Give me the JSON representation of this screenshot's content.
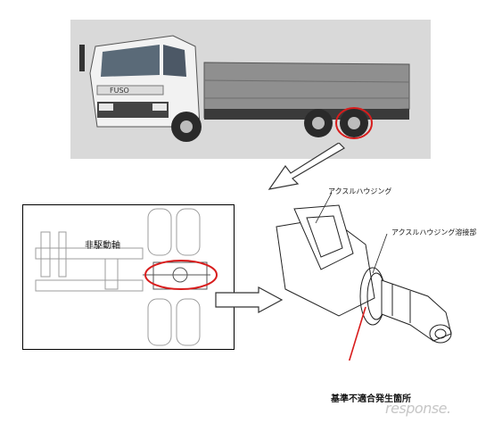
{
  "photo": {
    "truck_brand": "FUSO"
  },
  "schematic": {
    "label_non_drive_axle": "非駆動軸"
  },
  "detail": {
    "label_axle_housing": "アクスルハウジング",
    "label_axle_housing_weld": "アクスルハウジング溶接部",
    "label_defect_location": "基準不適合発生箇所"
  },
  "watermark": {
    "text": "response."
  },
  "colors": {
    "highlight": "#d81c1c",
    "photo_background": "#d9d9d9",
    "outline": "#000000"
  }
}
